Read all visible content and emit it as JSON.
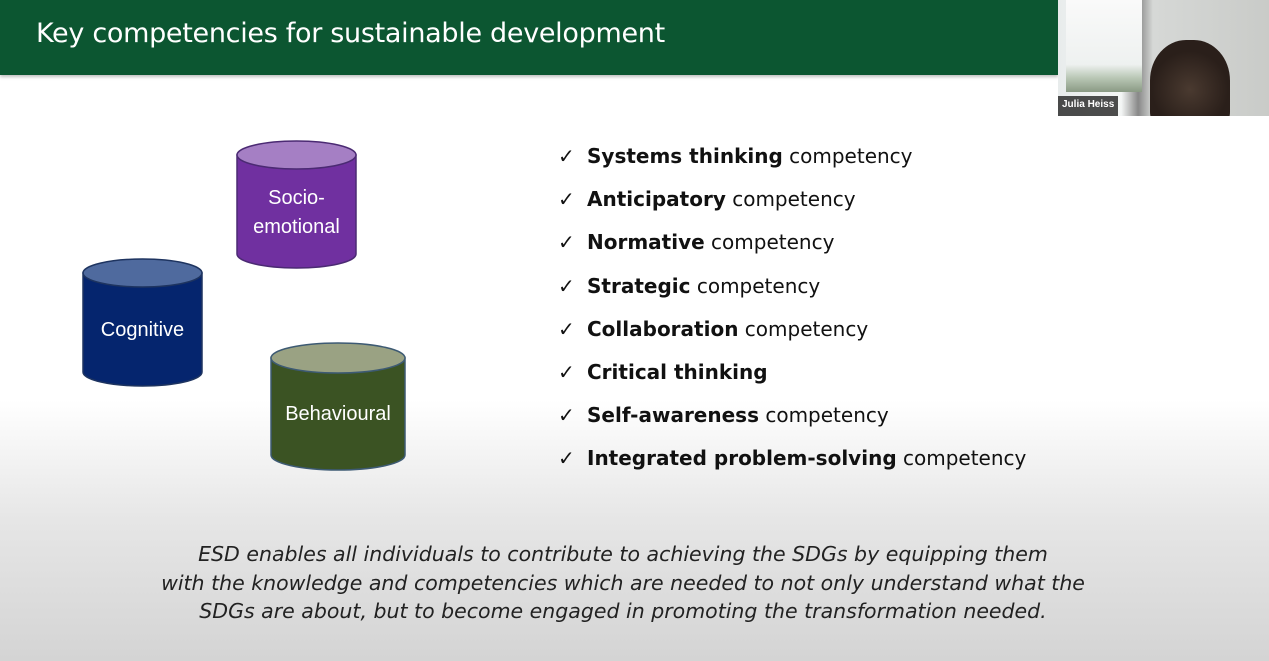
{
  "slide": {
    "title": "Key competencies for sustainable development"
  },
  "video": {
    "participant_name": "Julia Heiss"
  },
  "cylinders": [
    {
      "label_lines": [
        "Socio-",
        "emotional"
      ],
      "color": "#7030a0"
    },
    {
      "label_lines": [
        "Cognitive"
      ],
      "color": "#002060"
    },
    {
      "label_lines": [
        "Behavioural"
      ],
      "color": "#3b5323"
    }
  ],
  "competencies": [
    {
      "bold": "Systems thinking",
      "rest": " competency"
    },
    {
      "bold": "Anticipatory",
      "rest": " competency"
    },
    {
      "bold": "Normative",
      "rest": " competency"
    },
    {
      "bold": "Strategic",
      "rest": " competency"
    },
    {
      "bold": "Collaboration",
      "rest": " competency"
    },
    {
      "bold": "Critical thinking",
      "rest": ""
    },
    {
      "bold": "Self-awareness",
      "rest": " competency"
    },
    {
      "bold": "Integrated problem-solving",
      "rest": " competency"
    }
  ],
  "check_glyph": "✓",
  "quote_lines": [
    "ESD enables all individuals to contribute to achieving the SDGs by equipping them",
    "with the knowledge and competencies which are needed to not only understand what the",
    "SDGs are about, but to become engaged in promoting the transformation needed."
  ]
}
